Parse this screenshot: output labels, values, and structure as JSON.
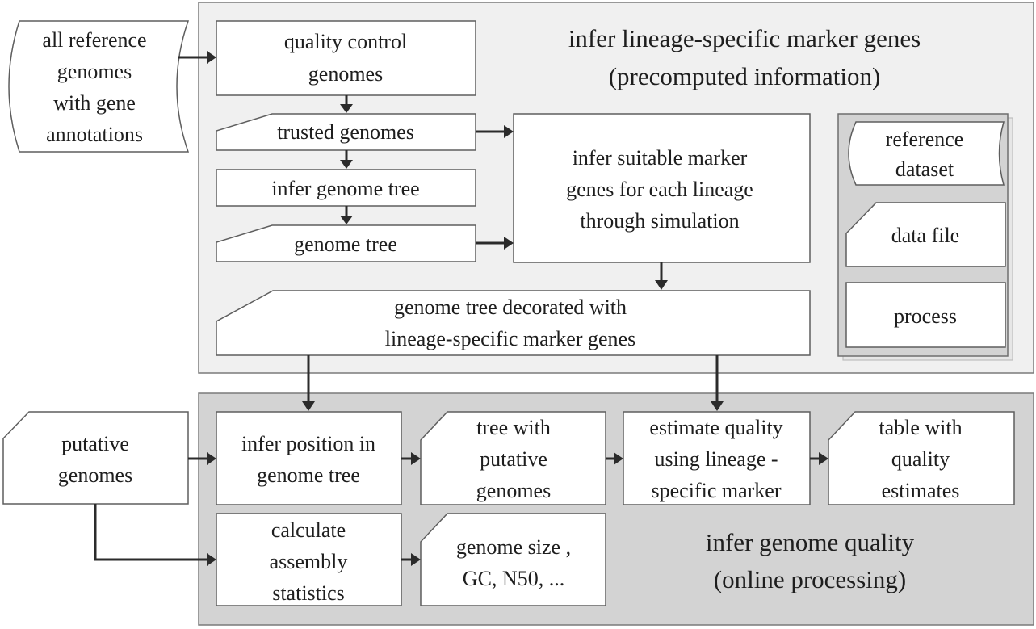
{
  "diagram": {
    "panels": {
      "precomputed": {
        "title_lines": [
          "infer lineage-specific marker genes",
          "(precomputed information)"
        ]
      },
      "online": {
        "title_lines": [
          "infer genome quality",
          "(online processing)"
        ]
      }
    },
    "nodes": {
      "all_reference_genomes": {
        "type": "reference dataset",
        "lines": [
          "all reference",
          "genomes",
          "with gene",
          "annotations"
        ]
      },
      "quality_control_genomes": {
        "type": "process",
        "lines": [
          "quality control",
          "genomes"
        ]
      },
      "trusted_genomes": {
        "type": "data file",
        "lines": [
          "trusted genomes"
        ]
      },
      "infer_genome_tree": {
        "type": "process",
        "lines": [
          "infer genome tree"
        ]
      },
      "genome_tree": {
        "type": "data file",
        "lines": [
          "genome tree"
        ]
      },
      "infer_suitable_markers": {
        "type": "process",
        "lines": [
          "infer suitable marker",
          "genes for each lineage",
          "through simulation"
        ]
      },
      "decorated_tree": {
        "type": "data file",
        "lines": [
          "genome tree decorated with",
          "lineage-specific marker genes"
        ]
      },
      "putative_genomes": {
        "type": "data file",
        "lines": [
          "putative",
          "genomes"
        ]
      },
      "infer_position": {
        "type": "process",
        "lines": [
          "infer position in",
          "genome tree"
        ]
      },
      "tree_with_putative": {
        "type": "data file",
        "lines": [
          "tree with",
          "putative",
          "genomes"
        ]
      },
      "estimate_quality": {
        "type": "process",
        "lines": [
          "estimate quality",
          "using lineage -",
          "specific marker"
        ]
      },
      "table_quality": {
        "type": "data file",
        "lines": [
          "table with",
          "quality",
          "estimates"
        ]
      },
      "calculate_stats": {
        "type": "process",
        "lines": [
          "calculate",
          "assembly",
          "statistics"
        ]
      },
      "genome_size": {
        "type": "data file",
        "lines": [
          "genome size ,",
          "GC, N50, ..."
        ]
      }
    },
    "legend": {
      "items": [
        {
          "shape": "reference dataset",
          "lines": [
            "reference",
            "dataset"
          ]
        },
        {
          "shape": "data file",
          "lines": [
            "data file"
          ]
        },
        {
          "shape": "process",
          "lines": [
            "process"
          ]
        }
      ]
    },
    "edges": [
      [
        "all_reference_genomes",
        "quality_control_genomes"
      ],
      [
        "quality_control_genomes",
        "trusted_genomes"
      ],
      [
        "trusted_genomes",
        "infer_genome_tree"
      ],
      [
        "infer_genome_tree",
        "genome_tree"
      ],
      [
        "trusted_genomes",
        "infer_suitable_markers"
      ],
      [
        "genome_tree",
        "infer_suitable_markers"
      ],
      [
        "infer_suitable_markers",
        "decorated_tree"
      ],
      [
        "decorated_tree",
        "infer_position"
      ],
      [
        "decorated_tree",
        "estimate_quality"
      ],
      [
        "putative_genomes",
        "infer_position"
      ],
      [
        "putative_genomes",
        "calculate_stats"
      ],
      [
        "infer_position",
        "tree_with_putative"
      ],
      [
        "tree_with_putative",
        "estimate_quality"
      ],
      [
        "estimate_quality",
        "table_quality"
      ],
      [
        "calculate_stats",
        "genome_size"
      ]
    ]
  }
}
